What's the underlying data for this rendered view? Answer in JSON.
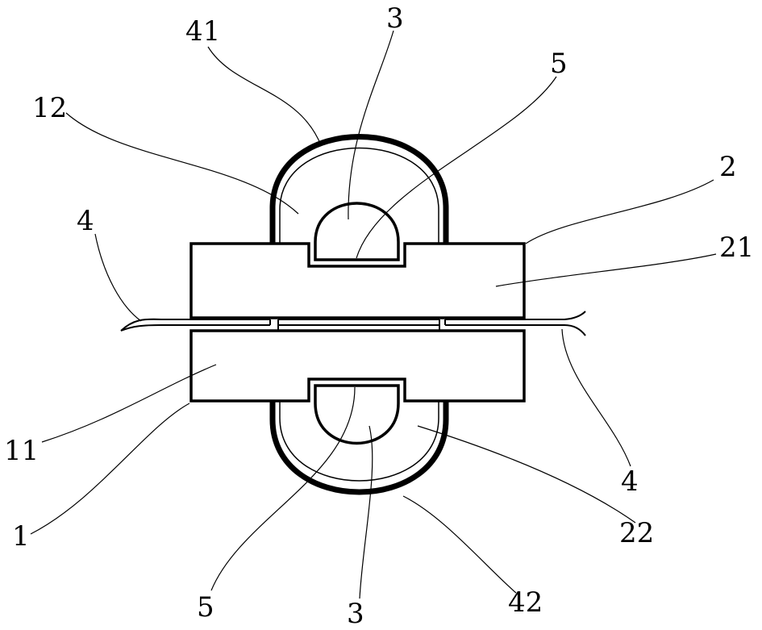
{
  "labels": {
    "l41": "41",
    "l3_top": "3",
    "l5_top": "5",
    "l12": "12",
    "l2": "2",
    "l4_left": "4",
    "l21": "21",
    "l11": "11",
    "l4_right": "4",
    "l1": "1",
    "l22": "22",
    "l5_bottom": "5",
    "l3_bottom": "3",
    "l42": "42"
  }
}
